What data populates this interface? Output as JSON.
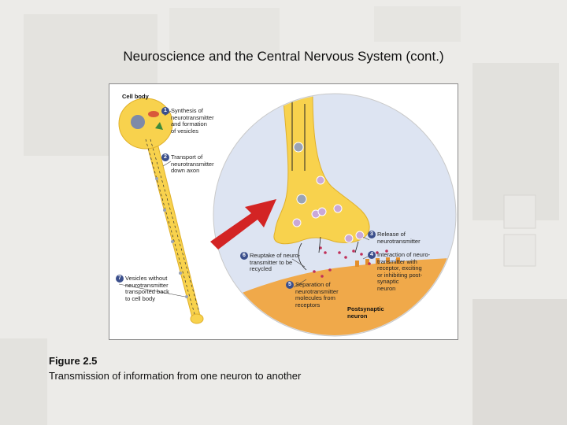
{
  "slide": {
    "title": "Neuroscience and the Central Nervous System (cont.)"
  },
  "figure": {
    "cell_body_label": "Cell body",
    "postsynaptic_label": "Postsynaptic\nneuron",
    "steps": [
      {
        "num": "1",
        "text": "Synthesis of\nneurotransmitter\nand formation\nof vesicles"
      },
      {
        "num": "2",
        "text": "Transport of\nneurotransmitter\ndown axon"
      },
      {
        "num": "3",
        "text": "Release of\nneurotransmitter"
      },
      {
        "num": "4",
        "text": "Interaction of neuro-\ntransmitter with\nreceptor, exciting\nor inhibiting post-\nsynaptic\nneuron"
      },
      {
        "num": "5",
        "text": "Separation of\nneurotransmitter\nmolecules from\nreceptors"
      },
      {
        "num": "6",
        "text": "Reuptake of neuro-\ntransmitter to be\nrecycled"
      },
      {
        "num": "7",
        "text": "Vesicles without\nneurotransmitter\ntransported back\nto cell body"
      }
    ]
  },
  "caption": {
    "title": "Figure 2.5",
    "text": "Transmission of information from one neuron to another"
  }
}
